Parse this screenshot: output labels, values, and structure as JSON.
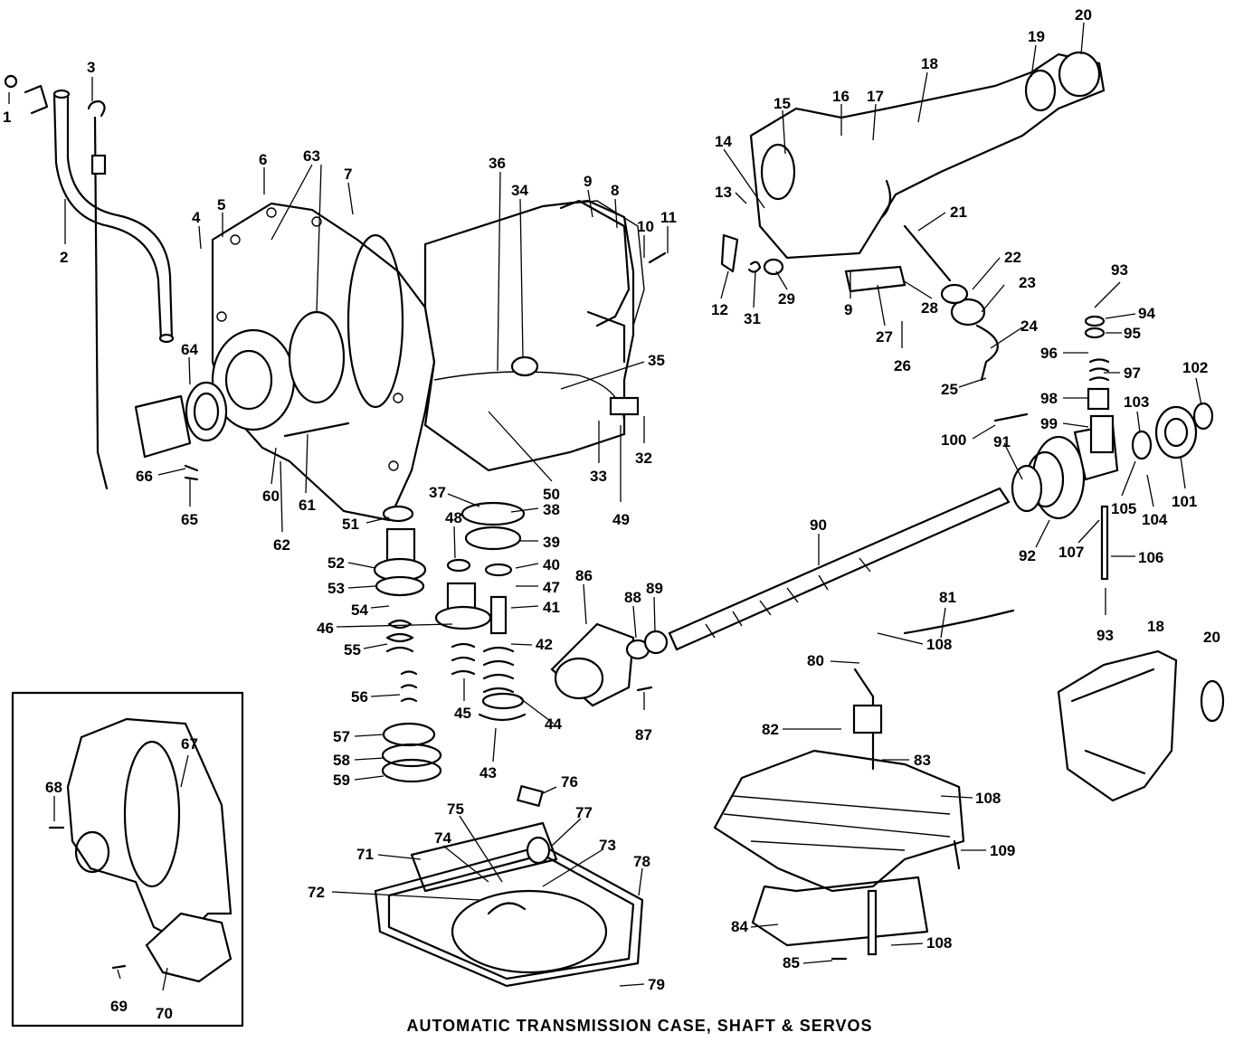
{
  "caption": "AUTOMATIC TRANSMISSION CASE, SHAFT & SERVOS",
  "callouts": [
    "1",
    "2",
    "3",
    "4",
    "5",
    "6",
    "7",
    "63",
    "36",
    "34",
    "9",
    "8",
    "10",
    "11",
    "64",
    "66",
    "65",
    "60",
    "61",
    "62",
    "51",
    "50",
    "33",
    "49",
    "32",
    "35",
    "37",
    "38",
    "39",
    "48",
    "40",
    "47",
    "41",
    "52",
    "53",
    "54",
    "46",
    "55",
    "56",
    "57",
    "58",
    "59",
    "45",
    "42",
    "44",
    "43",
    "86",
    "88",
    "89",
    "87",
    "90",
    "91",
    "92",
    "100",
    "99",
    "98",
    "97",
    "96",
    "95",
    "94",
    "93",
    "102",
    "103",
    "101",
    "105",
    "104",
    "107",
    "106",
    "18",
    "19",
    "20",
    "15",
    "16",
    "17",
    "14",
    "13",
    "12",
    "31",
    "29",
    "21",
    "22",
    "23",
    "27",
    "26",
    "28",
    "24",
    "25",
    "81",
    "108",
    "80",
    "82",
    "83",
    "109",
    "84",
    "85",
    "67",
    "68",
    "69",
    "70",
    "76",
    "75",
    "77",
    "74",
    "73",
    "71",
    "72",
    "78",
    "79"
  ]
}
